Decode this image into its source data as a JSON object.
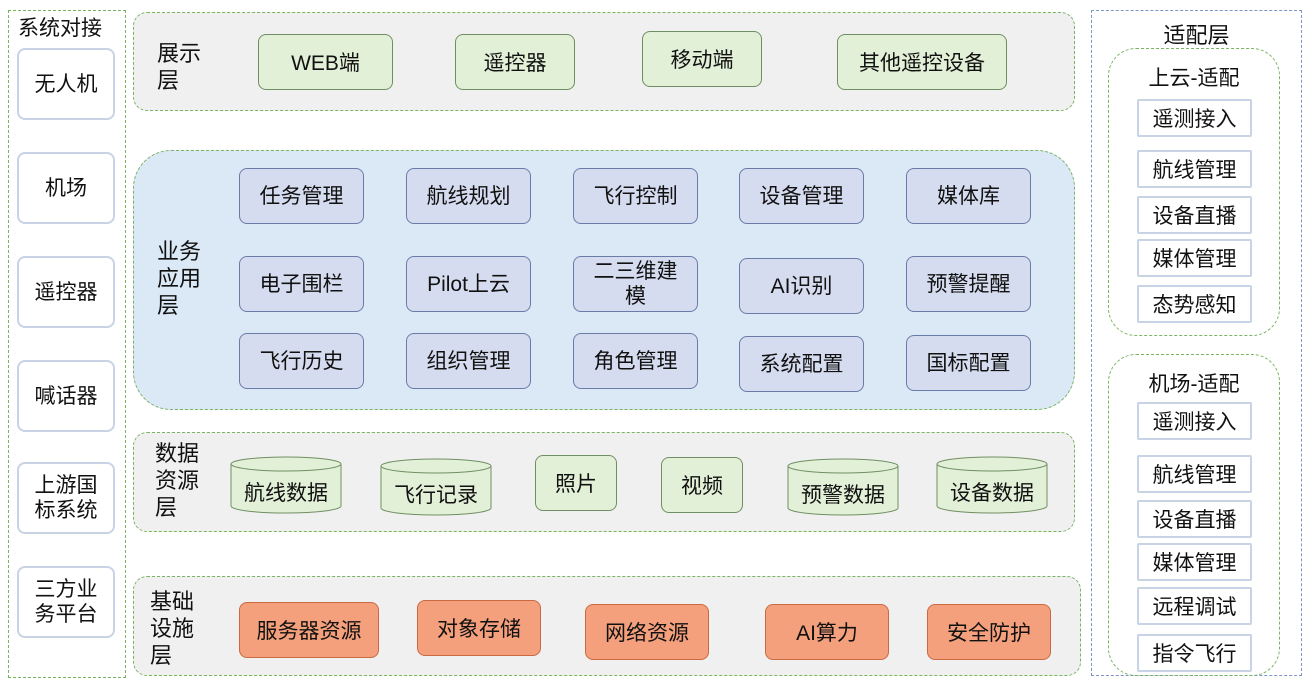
{
  "system": {
    "title": "系统对接",
    "items": [
      "无人机",
      "机场",
      "遥控器",
      "喊话器",
      "上游国\n标系统",
      "三方业\n务平台"
    ]
  },
  "display_layer": {
    "title": "展示\n层",
    "items": [
      "WEB端",
      "遥控器",
      "移动端",
      "其他遥控设备"
    ]
  },
  "business_layer": {
    "title": "业务\n应用\n层",
    "items": [
      "任务管理",
      "航线规划",
      "飞行控制",
      "设备管理",
      "媒体库",
      "电子围栏",
      "Pilot上云",
      "二三维建\n模",
      "AI识别",
      "预警提醒",
      "飞行历史",
      "组织管理",
      "角色管理",
      "系统配置",
      "国标配置"
    ]
  },
  "data_layer": {
    "title": "数据\n资源\n层",
    "items": [
      "航线数据",
      "飞行记录",
      "照片",
      "视频",
      "预警数据",
      "设备数据"
    ]
  },
  "infra_layer": {
    "title": "基础\n设施\n层",
    "items": [
      "服务器资源",
      "对象存储",
      "网络资源",
      "AI算力",
      "安全防护"
    ]
  },
  "adapter": {
    "title": "适配层",
    "cloud": {
      "title": "上云-适配",
      "items": [
        "遥测接入",
        "航线管理",
        "设备直播",
        "媒体管理",
        "态势感知"
      ]
    },
    "airport": {
      "title": "机场-适配",
      "items": [
        "遥测接入",
        "航线管理",
        "设备直播",
        "媒体管理",
        "远程调试",
        "指令飞行"
      ]
    }
  },
  "colors": {
    "green_box": "#e3f0d8",
    "blue_box": "#d6dcef",
    "orange_box": "#f4a07c",
    "business_bg": "#dbe8f6",
    "layer_bg": "#f0f0f0",
    "dash_green": "#7ab463",
    "dash_blue": "#7f95c4"
  }
}
